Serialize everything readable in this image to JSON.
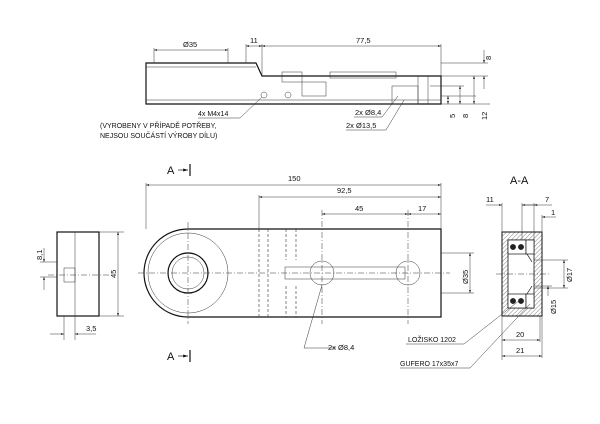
{
  "top_view": {
    "dia35": "Ø35",
    "dim11": "11",
    "dim77_5": "77,5",
    "dim8_right": "8",
    "dim5": "5",
    "dim8_low": "8",
    "dim12": "12",
    "holes_8_4": "2x Ø8,4",
    "holes_13_5": "2x Ø13,5",
    "thread_note_1": "4x M4x14",
    "thread_note_2": "(VYROBENY V PŘÍPADĚ POTŘEBY,",
    "thread_note_3": "NEJSOU SOUČÁSTÍ VÝROBY DÍLU)"
  },
  "side_view": {
    "dim8_1": "8,1",
    "dim45": "45",
    "dim3_5": "3,5"
  },
  "front_view": {
    "section_marker": "A",
    "dim150": "150",
    "dim92_5": "92,5",
    "dim45": "45",
    "dim17": "17",
    "dia35": "Ø35",
    "holes_8_4": "2x Ø8,4"
  },
  "section_view": {
    "title": "A-A",
    "dim11": "11",
    "dim7": "7",
    "dim1": "1",
    "dia17": "Ø17",
    "dia15": "Ø15",
    "dim20": "20",
    "dim21": "21",
    "bearing_label": "LOŽISKO 1202",
    "seal_label": "GUFERO 17x35x7"
  }
}
